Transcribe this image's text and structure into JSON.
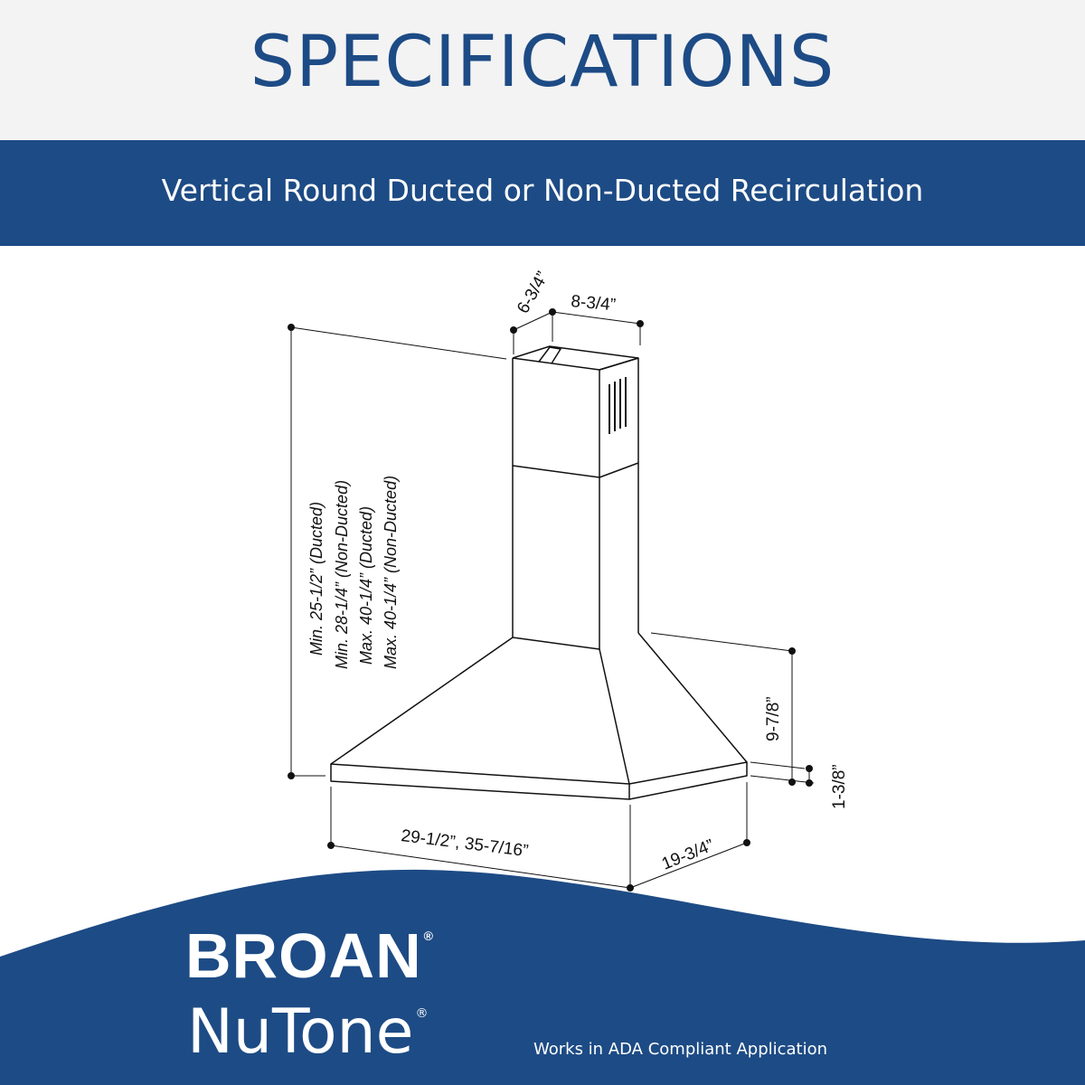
{
  "header": {
    "title": "SPECIFICATIONS",
    "subtitle": "Vertical Round Ducted or Non-Ducted Recirculation"
  },
  "diagram": {
    "dims": {
      "chimney_depth": "6-3/4”",
      "chimney_width": "8-3/4”",
      "canopy_height": "9-7/8”",
      "front_edge": "1-3/8”",
      "widths": "29-1/2”, 35-7/16”",
      "depth": "19-3/4”"
    },
    "height_notes": [
      "Min. 25-1/2” (Ducted)",
      "Min. 28-1/4” (Non-Ducted)",
      "Max. 40-1/4” (Ducted)",
      "Max. 40-1/4” (Non-Ducted)"
    ]
  },
  "footer": {
    "brand_primary": "BROAN",
    "brand_secondary": "NuTone",
    "registered_mark": "®",
    "note": "Works in ADA Compliant Application"
  },
  "colors": {
    "brand_blue": "#1d4b85",
    "header_bg": "#f3f3f3",
    "line": "#111111"
  }
}
